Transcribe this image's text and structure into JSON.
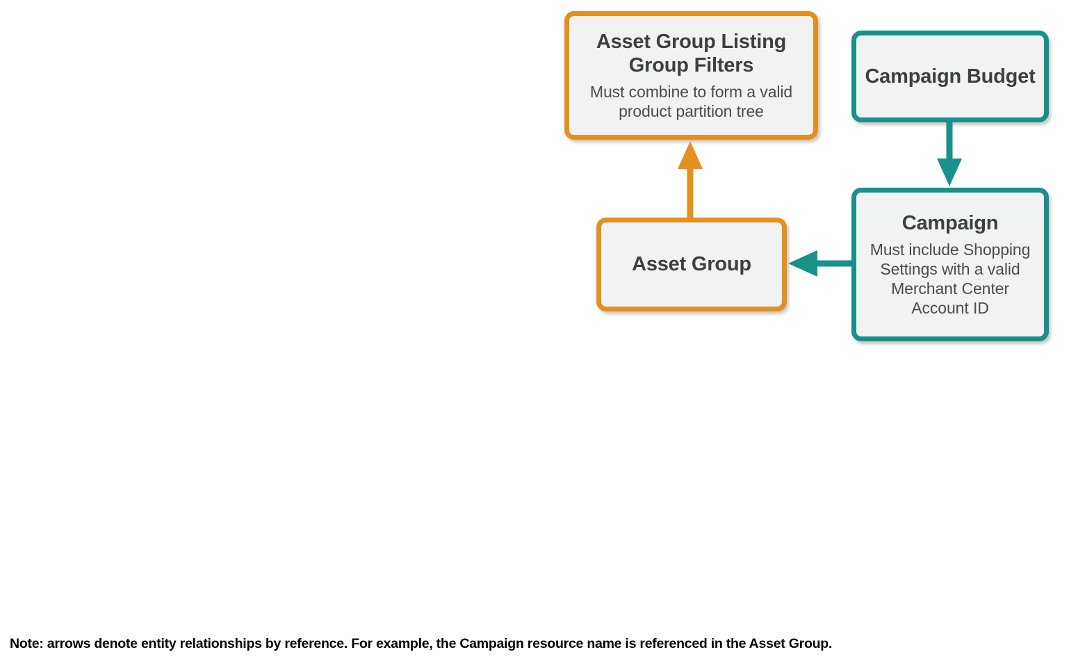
{
  "diagram": {
    "colors": {
      "orange": "#E3901F",
      "teal": "#17918A",
      "node_fill": "#F1F3F2",
      "title_text": "#3C4043",
      "subtitle_text": "#4A4D50",
      "note_text": "#000000",
      "background": "#FFFFFF"
    },
    "nodes": [
      {
        "id": "asset-group-listing-group-filters",
        "title": "Asset Group Listing Group Filters",
        "subtitle": "Must combine to form a valid product partition tree",
        "accent": "orange"
      },
      {
        "id": "campaign-budget",
        "title": "Campaign Budget",
        "subtitle": "",
        "accent": "teal"
      },
      {
        "id": "asset-group",
        "title": "Asset Group",
        "subtitle": "",
        "accent": "orange"
      },
      {
        "id": "campaign",
        "title": "Campaign",
        "subtitle": "Must include Shopping Settings with a valid Merchant Center Account ID",
        "accent": "teal"
      }
    ],
    "edges": [
      {
        "id": "asset-group-to-listing-group-filters",
        "from": "asset-group",
        "to": "asset-group-listing-group-filters",
        "direction": "up",
        "color": "orange"
      },
      {
        "id": "campaign-budget-to-campaign",
        "from": "campaign-budget",
        "to": "campaign",
        "direction": "down",
        "color": "teal"
      },
      {
        "id": "campaign-to-asset-group",
        "from": "campaign",
        "to": "asset-group",
        "direction": "left",
        "color": "teal"
      }
    ],
    "note": "Note: arrows denote entity relationships by reference. For example, the Campaign resource name is referenced in the Asset Group."
  }
}
